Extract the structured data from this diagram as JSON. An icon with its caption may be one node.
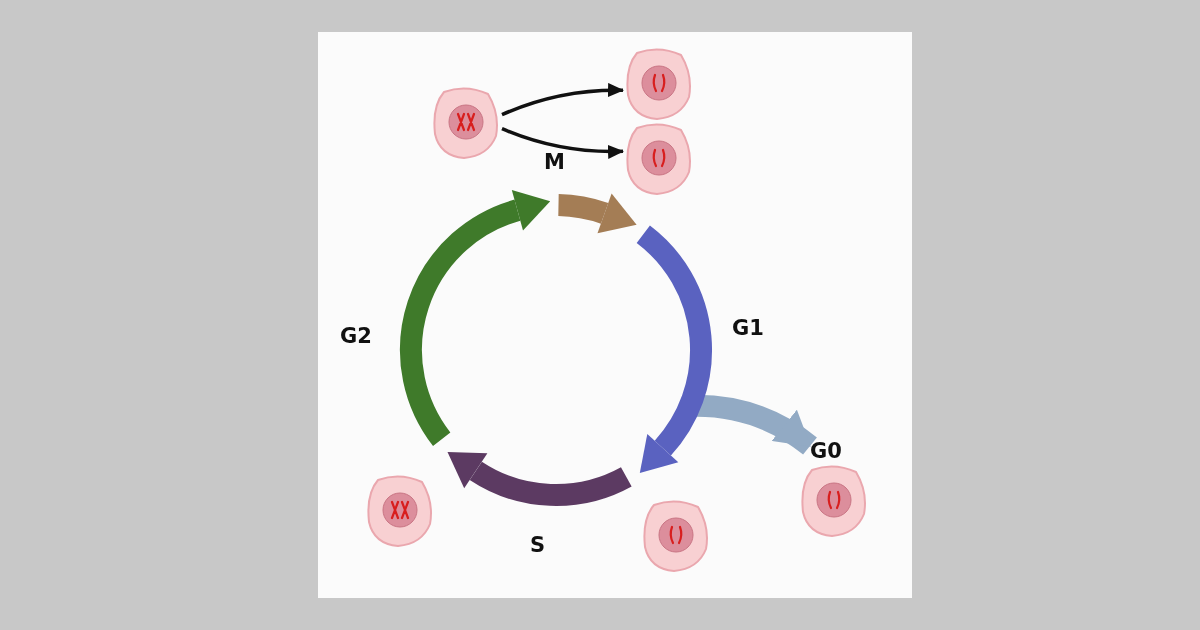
{
  "diagram": {
    "nodes": [
      {
        "text": [],
        "shape": "picture"
      },
      {
        "text": [],
        "shape": "picture"
      },
      {
        "text": [
          "M"
        ]
      },
      {
        "text": [],
        "shape": "picture"
      },
      {
        "text": [
          "G2"
        ]
      },
      {
        "text": [
          "G1"
        ]
      },
      {
        "text": [
          "G0"
        ]
      },
      {
        "text": [],
        "shape": "picture"
      },
      {
        "text": [],
        "shape": "picture"
      },
      {
        "text": [
          "S"
        ]
      },
      {
        "text": [],
        "shape": "picture"
      }
    ],
    "edges": [
      {
        "from": 0,
        "to": 1,
        "arrow": "to"
      },
      {
        "from": 0,
        "to": 3,
        "arrow": "to"
      },
      {
        "from": 5,
        "to": 6,
        "arrow": "to",
        "style": "thick",
        "color": "#92aac4"
      }
    ]
  }
}
